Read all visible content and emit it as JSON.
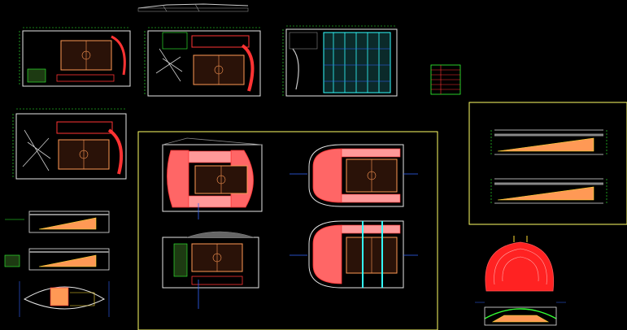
{
  "drawing": {
    "background": "#000000",
    "colors": {
      "frame_yellow": "#ffff66",
      "dim_green": "#33ff33",
      "court_orange": "#ff9955",
      "seats_red": "#ff3333",
      "seats_pink": "#ff9999",
      "wall_white": "#e6e6e6",
      "cyan": "#33ffff",
      "blue": "#3366ff",
      "gray": "#888888",
      "yellow": "#ffdd33"
    },
    "sheets": [
      {
        "id": "section-top-title",
        "kind": "section-strip"
      },
      {
        "id": "plan-small-1",
        "kind": "plan-small"
      },
      {
        "id": "plan-small-2",
        "kind": "plan-small"
      },
      {
        "id": "plan-small-3-roof",
        "kind": "plan-roof"
      },
      {
        "id": "legend-table",
        "kind": "legend"
      },
      {
        "id": "plan-small-4",
        "kind": "plan-small"
      },
      {
        "id": "main-frame-plans",
        "kind": "frame"
      },
      {
        "id": "section-frame-right",
        "kind": "frame"
      },
      {
        "id": "elevation-left-1",
        "kind": "elevation"
      },
      {
        "id": "elevation-left-2",
        "kind": "elevation"
      },
      {
        "id": "elevation-left-3-oval",
        "kind": "oval-section"
      },
      {
        "id": "detail-red-bleachers",
        "kind": "detail"
      },
      {
        "id": "detail-arch-section",
        "kind": "arch-section"
      }
    ]
  }
}
